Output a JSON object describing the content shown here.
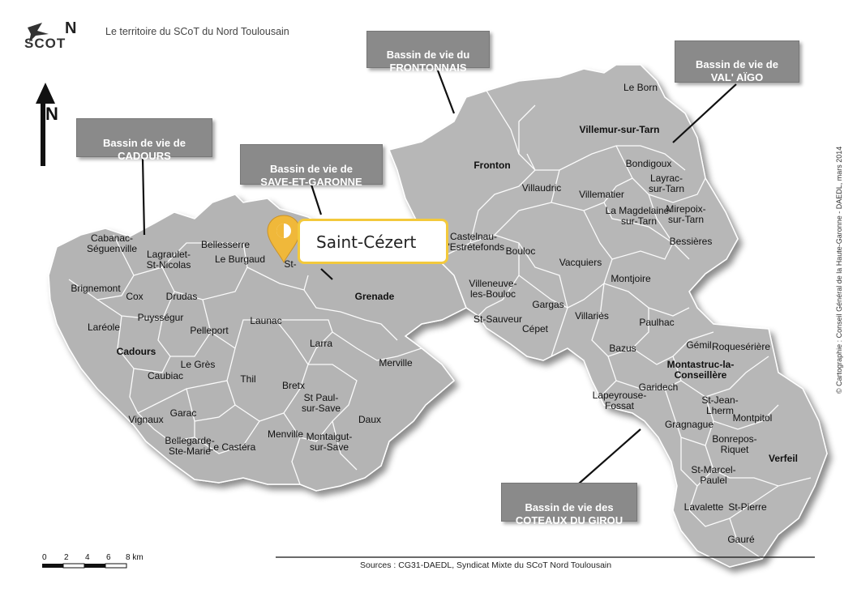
{
  "header": {
    "logo_text": "SCOT",
    "logo_mark": "N",
    "title": "Le territoire du SCoT du Nord Toulousain"
  },
  "north_arrow": {
    "label": "N"
  },
  "basins": [
    {
      "id": "frontonnais",
      "label": "Bassin de vie du\nFRONTONNAIS"
    },
    {
      "id": "valaigo",
      "label": "Bassin de vie de\nVAL' AÏGO"
    },
    {
      "id": "cadours",
      "label": "Bassin de vie de\nCADOURS"
    },
    {
      "id": "save",
      "label": "Bassin de vie de\nSAVE-ET-GARONNE"
    },
    {
      "id": "girou",
      "label": "Bassin de vie des\nCOTEAUX DU GIROU"
    }
  ],
  "communes": [
    {
      "name": "Le Born",
      "bold": false
    },
    {
      "name": "Villemur-sur-Tarn",
      "bold": true
    },
    {
      "name": "Fronton",
      "bold": true
    },
    {
      "name": "Bondigoux",
      "bold": false
    },
    {
      "name": "Layrac-\nsur-Tarn",
      "bold": false
    },
    {
      "name": "Villaudric",
      "bold": false
    },
    {
      "name": "Villematier",
      "bold": false
    },
    {
      "name": "Mirepoix-\nsur-Tarn",
      "bold": false
    },
    {
      "name": "La Magdelaine-\nsur-Tarn",
      "bold": false
    },
    {
      "name": "Bessières",
      "bold": false
    },
    {
      "name": "Castelnau-\nd'Estrétefonds",
      "bold": false
    },
    {
      "name": "Bouloc",
      "bold": false
    },
    {
      "name": "Vacquiers",
      "bold": false
    },
    {
      "name": "Montjoire",
      "bold": false
    },
    {
      "name": "Villeneuve-\nles-Bouloc",
      "bold": false
    },
    {
      "name": "Gargas",
      "bold": false
    },
    {
      "name": "St-Sauveur",
      "bold": false
    },
    {
      "name": "Cépet",
      "bold": false
    },
    {
      "name": "Villariès",
      "bold": false
    },
    {
      "name": "Paulhac",
      "bold": false
    },
    {
      "name": "Bazus",
      "bold": false
    },
    {
      "name": "Gémil",
      "bold": false
    },
    {
      "name": "Roquesérière",
      "bold": false
    },
    {
      "name": "Montastruc-la-\nConseillère",
      "bold": true
    },
    {
      "name": "Lapeyrouse-\nFossat",
      "bold": false
    },
    {
      "name": "Garidech",
      "bold": false
    },
    {
      "name": "St-Jean-\nLherm",
      "bold": false
    },
    {
      "name": "Montpitol",
      "bold": false
    },
    {
      "name": "Gragnague",
      "bold": false
    },
    {
      "name": "Bonrepos-\nRiquet",
      "bold": false
    },
    {
      "name": "Verfeil",
      "bold": true
    },
    {
      "name": "St-Marcel-\nPaulel",
      "bold": false
    },
    {
      "name": "Lavalette",
      "bold": false
    },
    {
      "name": "St-Pierre",
      "bold": false
    },
    {
      "name": "Gauré",
      "bold": false
    },
    {
      "name": "Cabanac-\nSéguenville",
      "bold": false
    },
    {
      "name": "Lagraulet-\nSt-Nicolas",
      "bold": false
    },
    {
      "name": "Bellesserre",
      "bold": false
    },
    {
      "name": "Le Burgaud",
      "bold": false
    },
    {
      "name": "St-",
      "bold": false
    },
    {
      "name": "Brignemont",
      "bold": false
    },
    {
      "name": "Cox",
      "bold": false
    },
    {
      "name": "Drudas",
      "bold": false
    },
    {
      "name": "Grenade",
      "bold": true
    },
    {
      "name": "Puysségur",
      "bold": false
    },
    {
      "name": "Laréole",
      "bold": false
    },
    {
      "name": "Pelleport",
      "bold": false
    },
    {
      "name": "Launac",
      "bold": false
    },
    {
      "name": "Larra",
      "bold": false
    },
    {
      "name": "Cadours",
      "bold": true
    },
    {
      "name": "Le Grès",
      "bold": false
    },
    {
      "name": "Caubiac",
      "bold": false
    },
    {
      "name": "Merville",
      "bold": false
    },
    {
      "name": "Thil",
      "bold": false
    },
    {
      "name": "Bretx",
      "bold": false
    },
    {
      "name": "St Paul-\nsur-Save",
      "bold": false
    },
    {
      "name": "Garac",
      "bold": false
    },
    {
      "name": "Vignaux",
      "bold": false
    },
    {
      "name": "Daux",
      "bold": false
    },
    {
      "name": "Bellegarde-\nSte-Marie",
      "bold": false
    },
    {
      "name": "Le Castéra",
      "bold": false
    },
    {
      "name": "Menville",
      "bold": false
    },
    {
      "name": "Montaigut-\nsur-Save",
      "bold": false
    }
  ],
  "scale": {
    "ticks": [
      "0",
      "2",
      "4",
      "6",
      "8 km"
    ]
  },
  "sources": "Sources : CG31-DAEDL, Syndicat Mixte du SCoT Nord Toulousain",
  "credit": "© Cartographie : Conseil Général de la Haute-Garonne - DAEDL, mars 2014",
  "marker": {
    "label": "Saint-Cézert",
    "icon": "map-pin-icon",
    "accent": "#f0b83a"
  },
  "colors": {
    "land": "#b5b5b5",
    "boundary": "#ffffff",
    "box": "#8a8a8a"
  }
}
